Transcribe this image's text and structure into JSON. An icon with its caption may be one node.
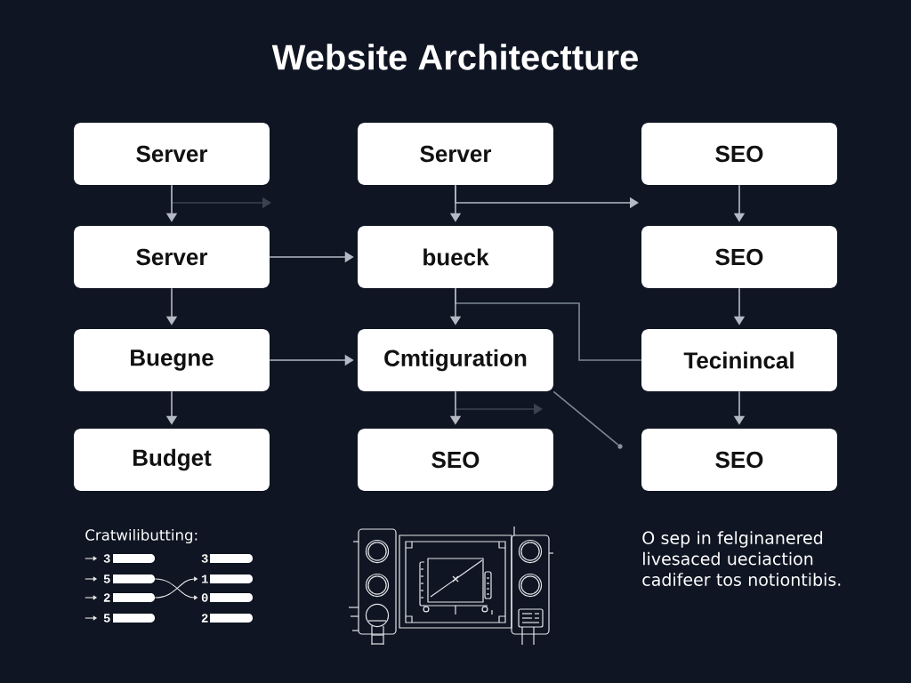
{
  "diagram": {
    "title": "Website Architectture",
    "nodes": [
      {
        "text": [
          "Server"
        ]
      },
      {
        "text": [
          "Server"
        ]
      },
      {
        "text": [
          "SEO"
        ]
      },
      {
        "text": [
          "Server"
        ]
      },
      {
        "text": [
          "bueck"
        ]
      },
      {
        "text": [
          "SEO"
        ]
      },
      {
        "text": [
          "Buegne"
        ]
      },
      {
        "text": [
          "Cmtiguration"
        ]
      },
      {
        "text": [
          "Tecinincal"
        ]
      },
      {
        "text": [
          "Budget"
        ]
      },
      {
        "text": [
          "SEO"
        ]
      },
      {
        "text": [
          "SEO"
        ]
      },
      {
        "text": [
          "3"
        ]
      },
      {
        "text": [
          "3"
        ]
      },
      {
        "text": [
          "5"
        ]
      },
      {
        "text": [
          "1"
        ]
      },
      {
        "text": [
          "2"
        ]
      },
      {
        "text": [
          "0"
        ]
      },
      {
        "text": [
          "5"
        ]
      },
      {
        "text": [
          "2"
        ]
      },
      {
        "text": [],
        "shape": "circle"
      }
    ],
    "edges": [
      {
        "from": 0,
        "to": 3,
        "arrow": "to"
      },
      {
        "from": 0,
        "to": null,
        "arrow": "to",
        "color": "#3b4352"
      },
      {
        "from": 1,
        "to": 4,
        "arrow": "to"
      },
      {
        "from": 1,
        "to": null,
        "arrow": "to"
      },
      {
        "from": 2,
        "to": 5,
        "arrow": "to"
      },
      {
        "from": 3,
        "to": 4,
        "arrow": "to"
      },
      {
        "from": 3,
        "to": 6,
        "arrow": "to"
      },
      {
        "from": 4,
        "to": 7,
        "arrow": "to"
      },
      {
        "from": 4,
        "to": 8,
        "arrow": "none",
        "color": "#7e8794"
      },
      {
        "from": 5,
        "to": 8,
        "arrow": "to"
      },
      {
        "from": 6,
        "to": 7,
        "arrow": "to"
      },
      {
        "from": 6,
        "to": 9,
        "arrow": "to"
      },
      {
        "from": 7,
        "to": 10,
        "arrow": "to"
      },
      {
        "from": 7,
        "to": null,
        "arrow": "to",
        "color": "#3b4352"
      },
      {
        "from": 7,
        "to": 20,
        "arrow": "none",
        "color": "#7e8794"
      },
      {
        "from": 8,
        "to": 11,
        "arrow": "to"
      },
      {
        "from": null,
        "to": 12,
        "arrow": "to",
        "color": "#ececec"
      },
      {
        "from": null,
        "to": 14,
        "arrow": "to",
        "color": "#ececec"
      },
      {
        "from": null,
        "to": 16,
        "arrow": "to",
        "color": "#ececec"
      },
      {
        "from": null,
        "to": 18,
        "arrow": "to",
        "color": "#ececec"
      },
      {
        "from": 14,
        "to": 17,
        "arrow": "to",
        "color": "#ececec"
      },
      {
        "from": 16,
        "to": 15,
        "arrow": "to",
        "color": "#ececec"
      }
    ],
    "labels": [
      "Cratwilibutting:",
      "O sep in felginanered livesaced ueciaction cadifeer tos notiontibis."
    ]
  }
}
